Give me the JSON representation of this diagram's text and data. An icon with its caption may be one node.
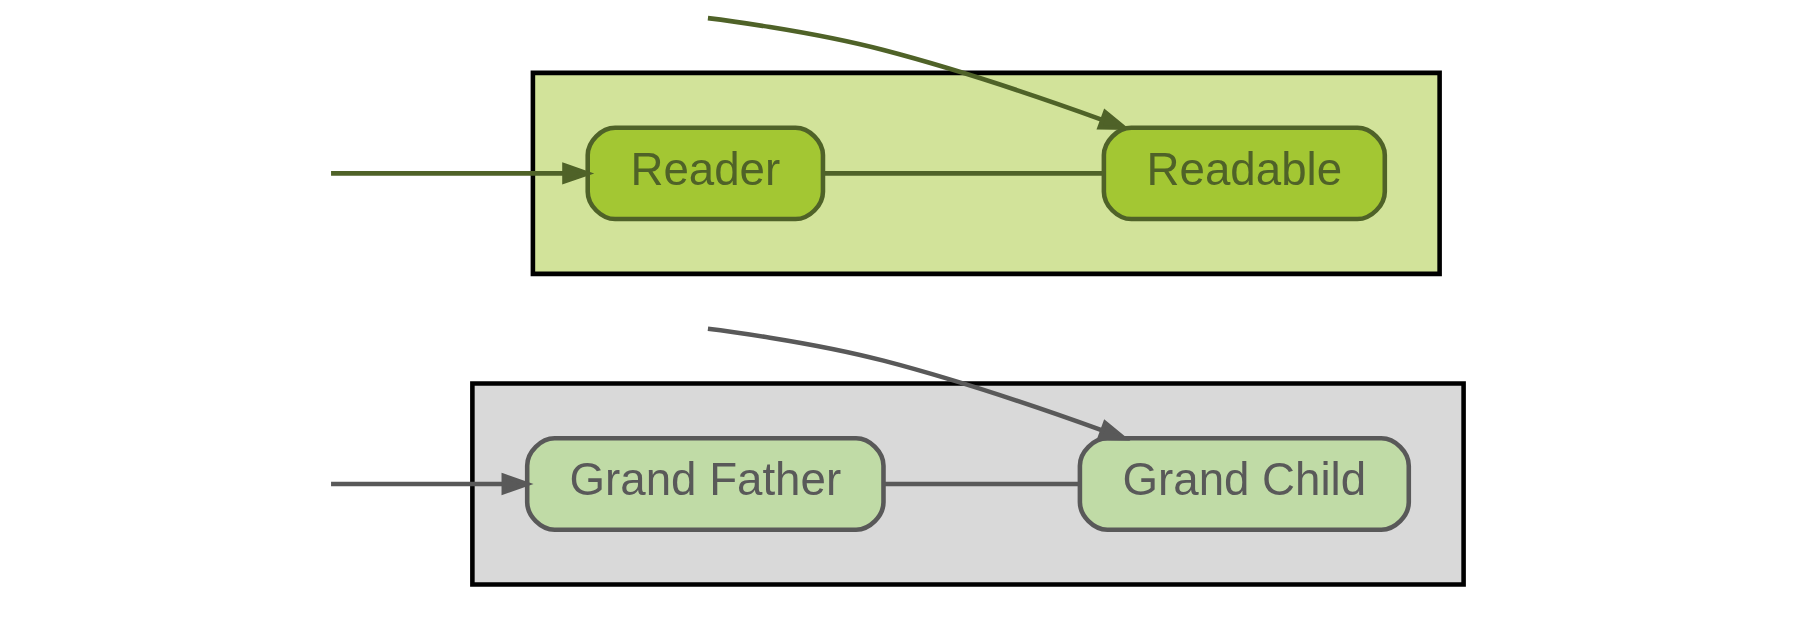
{
  "diagram": {
    "nodes": [
      {
        "text": [],
        "shape": "band"
      },
      {
        "text": [
          "Grand Father"
        ],
        "in": 0
      },
      {
        "text": [
          "Grand Child"
        ],
        "in": 0
      },
      {
        "text": [],
        "shape": "band"
      },
      {
        "text": [
          "Reader"
        ],
        "in": 3
      },
      {
        "text": [
          "Readable"
        ],
        "in": 3
      }
    ],
    "edges": [
      {
        "from": null,
        "to": 1,
        "arrow": "to"
      },
      {
        "from": null,
        "to": 4,
        "arrow": "to",
        "color": "#4f6228"
      },
      {
        "from": 1,
        "to": 2,
        "arrow": "none"
      },
      {
        "from": null,
        "to": 2,
        "arrow": "to"
      },
      {
        "from": 4,
        "to": 5,
        "arrow": "none",
        "color": "#4f6228"
      },
      {
        "from": null,
        "to": 5,
        "arrow": "to",
        "color": "#4f6228"
      }
    ]
  }
}
